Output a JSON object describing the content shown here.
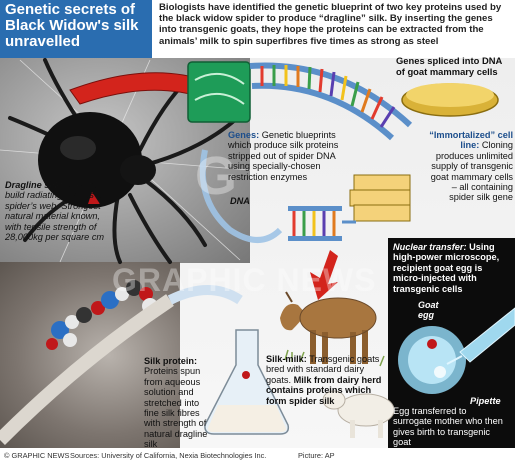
{
  "title": "Genetic secrets of Black Widow's silk unravelled",
  "intro": "Biologists have identified the genetic blueprint of two key proteins used by the black widow spider to produce “dragline” silk. By inserting the genes into transgenic goats, they hope the proteins can be extracted from the animals’ milk to spin superfibres five times as strong as steel",
  "labels": {
    "genes_spliced": "Genes spliced into DNA of goat mammary cells",
    "genes_head": "Genes:",
    "genes_body": "Genetic blueprints which produce silk proteins stripped out of spider DNA using specially-chosen restriction enzymes",
    "dna": "DNA",
    "immortalized_head": "“Immortalized” cell line:",
    "immortalized_body": "Cloning produces unlimited supply of transgenic goat mammary cells – all containing spider silk gene",
    "dragline_head": "Dragline silk:",
    "dragline_body": "Used to build radiating spokes of spider’s web. Strongest natural material known, with tensile strength of 28,000kg per square cm",
    "nuclear_head": "Nuclear transfer:",
    "nuclear_body": "Using high-power microscope, recipient goat egg is micro-injected with transgenic cells",
    "goat_egg": "Goat egg",
    "pipette": "Pipette",
    "silk_protein_head": "Silk protein:",
    "silk_protein_body": "Proteins spun from aqueous solution and stretched into fine silk fibres with strength of natural dragline silk",
    "silk_milk_head": "Silk-milk:",
    "silk_milk_body": "Transgenic goats bred with standard dairy goats.",
    "milk_bold": "Milk from dairy herd contains proteins which form spider silk",
    "egg_transfer": "Egg transferred to surrogate mother who then gives birth to transgenic goat"
  },
  "footer": {
    "credit": "© GRAPHIC NEWS",
    "sources": "Sources: University of California, Nexia Biotechnologies Inc.",
    "picture": "Picture: AP"
  },
  "watermark": "GRAPHIC NEWS",
  "watermark_short": "G",
  "colors": {
    "title_bg": "#2a6db0",
    "arrow_red": "#d3241c",
    "dna_blue": "#5b8fc9",
    "black_panel": "#0c0c0c"
  }
}
